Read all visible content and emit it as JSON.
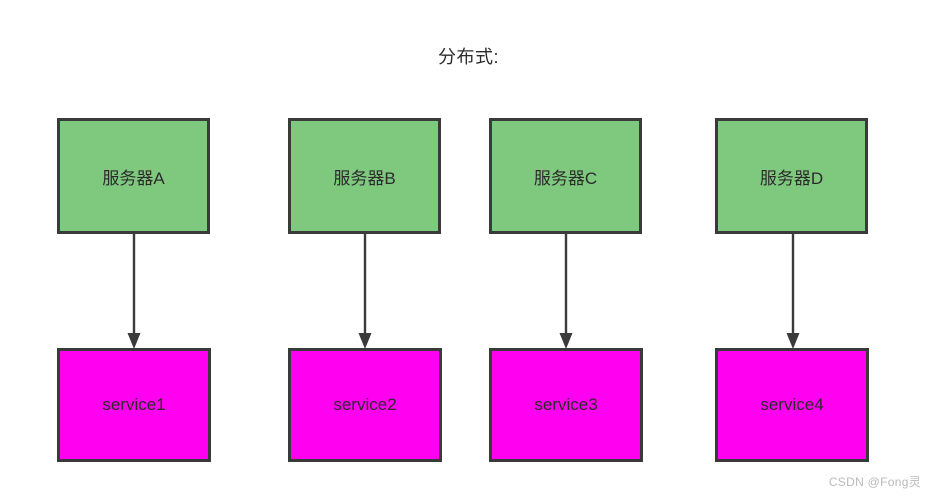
{
  "diagram": {
    "title": "分布式:",
    "type": "block-diagram",
    "colors": {
      "server_fill": "#7FC97F",
      "service_fill": "#FF00F0",
      "border": "#3A3A3A",
      "arrow": "#3A3A3A",
      "text": "#2B2B2B",
      "background": "#FFFFFF",
      "watermark": "#B9B9B9"
    },
    "columns": [
      {
        "server": {
          "label": "服务器A"
        },
        "service": {
          "label": "service1"
        },
        "arrow": {
          "direction": "down",
          "from": "服务器A",
          "to": "service1"
        }
      },
      {
        "server": {
          "label": "服务器B"
        },
        "service": {
          "label": "service2"
        },
        "arrow": {
          "direction": "down",
          "from": "服务器B",
          "to": "service2"
        }
      },
      {
        "server": {
          "label": "服务器C"
        },
        "service": {
          "label": "service3"
        },
        "arrow": {
          "direction": "down",
          "from": "服务器C",
          "to": "service3"
        }
      },
      {
        "server": {
          "label": "服务器D"
        },
        "service": {
          "label": "service4"
        },
        "arrow": {
          "direction": "down",
          "from": "服务器D",
          "to": "service4"
        }
      }
    ]
  },
  "watermark": {
    "text": "CSDN @Fong灵"
  }
}
